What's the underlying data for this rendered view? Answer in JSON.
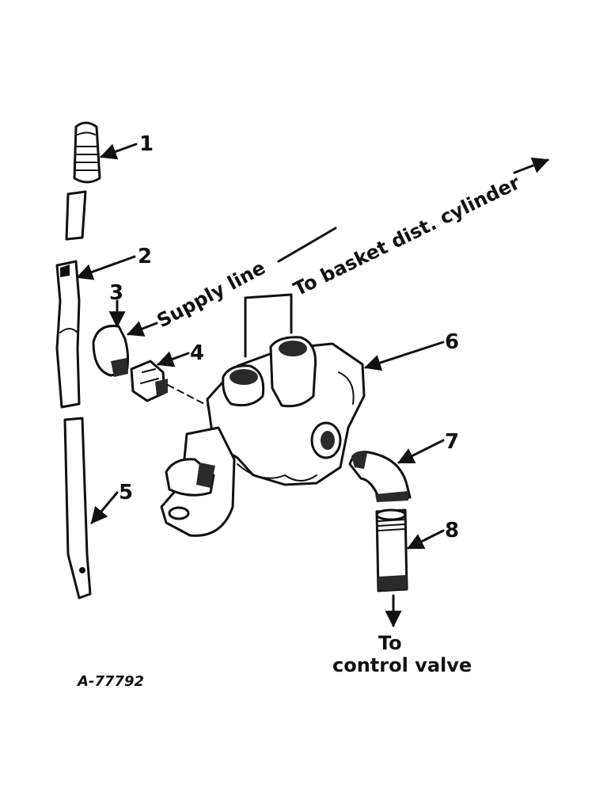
{
  "labels": {
    "supply_line": "Supply line",
    "to_basket": "To basket dist. cylinder",
    "to": "To",
    "control_valve": "control valve"
  },
  "figure_number": "A-77792",
  "callouts": [
    "1",
    "2",
    "3",
    "4",
    "5",
    "6",
    "7",
    "8"
  ]
}
